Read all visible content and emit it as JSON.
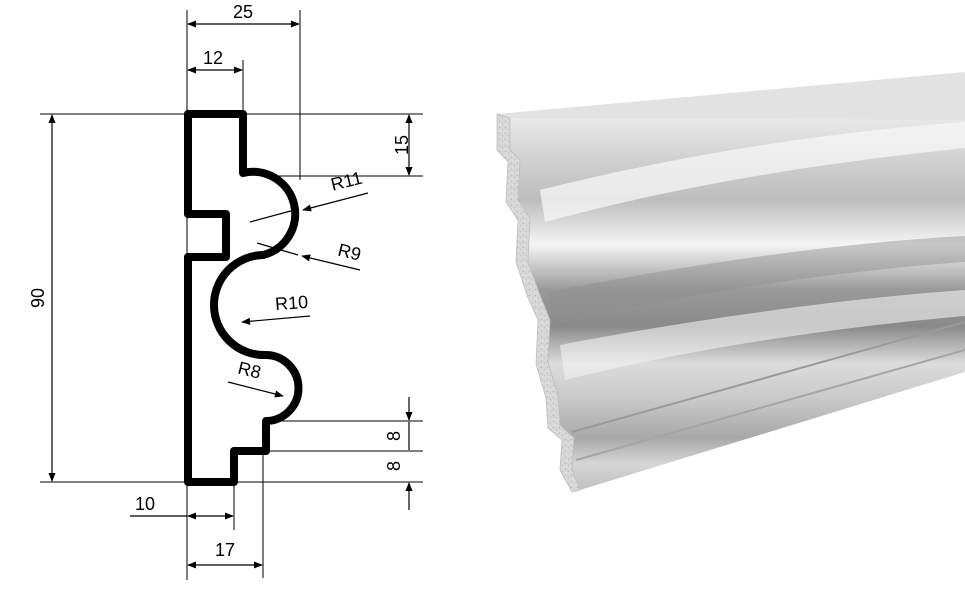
{
  "drawing": {
    "dimensions": {
      "top_width": "25",
      "top_step": "12",
      "top_height": "15",
      "total_height": "90",
      "bottom_step_upper": "8",
      "bottom_step_lower": "8",
      "bottom_offset": "10",
      "bottom_width": "17"
    },
    "radii": {
      "r1": "R11",
      "r2": "R9",
      "r3": "R10",
      "r4": "R8"
    }
  },
  "render": {
    "background": "#ffffff",
    "line_color": "#000000",
    "molding_base_color": "#d9d9d9"
  }
}
